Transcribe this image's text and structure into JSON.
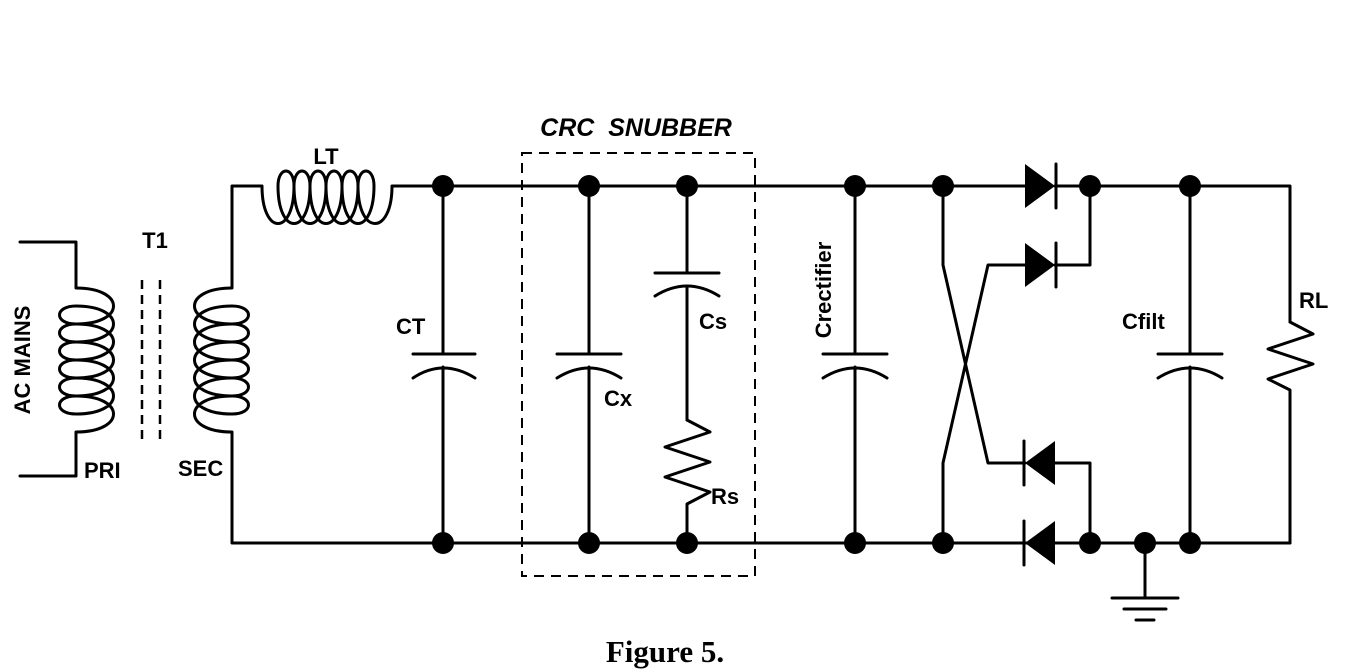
{
  "labels": {
    "ac_mains": "AC MAINS",
    "t1": "T1",
    "pri": "PRI",
    "sec": "SEC",
    "lt": "LT",
    "ct": "CT",
    "snubber_title": "CRC  SNUBBER",
    "cx": "Cx",
    "cs": "Cs",
    "rs": "Rs",
    "crectifier": "Crectifier",
    "cfilt": "Cfilt",
    "rl": "RL"
  },
  "caption": "Figure 5."
}
